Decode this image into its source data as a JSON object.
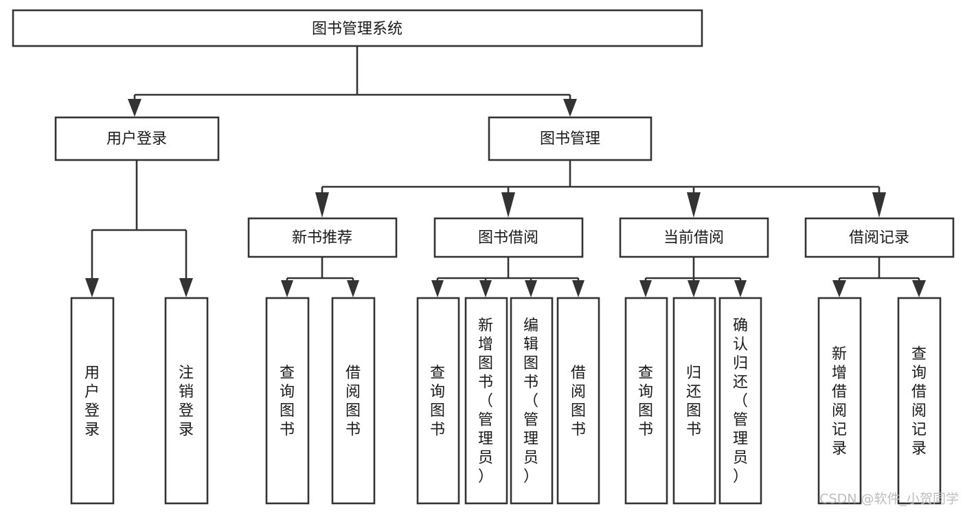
{
  "diagram": {
    "type": "tree-hierarchy",
    "title": "图书管理系统",
    "orientation": "top-down",
    "colors": {
      "box_stroke": "#333333",
      "box_fill": "#ffffff",
      "text": "#1a1a1a",
      "background": "#ffffff",
      "watermark": "#bdbdbd"
    },
    "root": {
      "id": "root",
      "label": "图书管理系统",
      "orient": "horizontal"
    },
    "level2": [
      {
        "id": "user-login",
        "label": "用户登录",
        "orient": "horizontal"
      },
      {
        "id": "book-manage",
        "label": "图书管理",
        "orient": "horizontal"
      }
    ],
    "level3": [
      {
        "id": "new-book-recommend",
        "label": "新书推荐",
        "orient": "horizontal",
        "parent": "book-manage"
      },
      {
        "id": "book-borrow",
        "label": "图书借阅",
        "orient": "horizontal",
        "parent": "book-manage"
      },
      {
        "id": "current-borrow",
        "label": "当前借阅",
        "orient": "horizontal",
        "parent": "book-manage"
      },
      {
        "id": "borrow-record",
        "label": "借阅记录",
        "orient": "horizontal",
        "parent": "book-manage"
      }
    ],
    "leaves": [
      {
        "id": "leaf-user-login",
        "label": "用户登录",
        "orient": "vertical",
        "parent": "user-login"
      },
      {
        "id": "leaf-logout",
        "label": "注销登录",
        "orient": "vertical",
        "parent": "user-login"
      },
      {
        "id": "leaf-query-book-1",
        "label": "查询图书",
        "orient": "vertical",
        "parent": "new-book-recommend"
      },
      {
        "id": "leaf-borrow-book-1",
        "label": "借阅图书",
        "orient": "vertical",
        "parent": "new-book-recommend"
      },
      {
        "id": "leaf-query-book-2",
        "label": "查询图书",
        "orient": "vertical",
        "parent": "book-borrow"
      },
      {
        "id": "leaf-add-book",
        "label": "新增图书（管理员）",
        "orient": "vertical",
        "parent": "book-borrow"
      },
      {
        "id": "leaf-edit-book",
        "label": "编辑图书（管理员）",
        "orient": "vertical",
        "parent": "book-borrow"
      },
      {
        "id": "leaf-borrow-book-2",
        "label": "借阅图书",
        "orient": "vertical",
        "parent": "book-borrow"
      },
      {
        "id": "leaf-query-book-3",
        "label": "查询图书",
        "orient": "vertical",
        "parent": "current-borrow"
      },
      {
        "id": "leaf-return-book",
        "label": "归还图书",
        "orient": "vertical",
        "parent": "current-borrow"
      },
      {
        "id": "leaf-confirm-return",
        "label": "确认归还（管理员）",
        "orient": "vertical",
        "parent": "current-borrow"
      },
      {
        "id": "leaf-add-record",
        "label": "新增借阅记录",
        "orient": "vertical",
        "parent": "borrow-record"
      },
      {
        "id": "leaf-query-record",
        "label": "查询借阅记录",
        "orient": "vertical",
        "parent": "borrow-record"
      }
    ]
  },
  "watermark": {
    "text": "CSDN @软件_小贺同学"
  }
}
